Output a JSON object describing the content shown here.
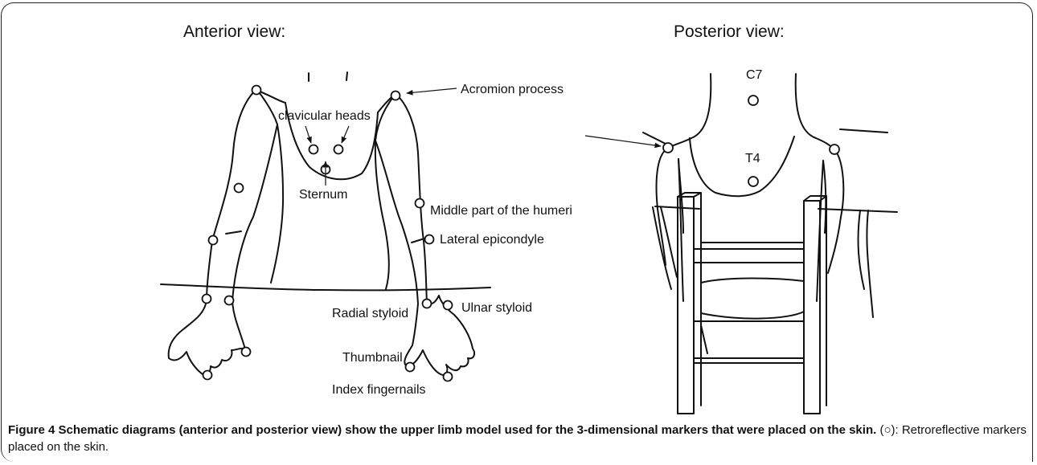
{
  "anterior": {
    "title": "Anterior view:",
    "labels": {
      "clavicular_heads": "clavicular heads",
      "acromion": "Acromion process",
      "sternum": "Sternum",
      "humeri": "Middle part of the humeri",
      "epicondyle": "Lateral epicondyle",
      "radial": "Radial styloid",
      "ulnar": "Ulnar styloid",
      "thumbnail": "Thumbnail",
      "index": "Index fingernails"
    }
  },
  "posterior": {
    "title": "Posterior view:",
    "labels": {
      "c7": "C7",
      "t4": "T4"
    }
  },
  "caption": {
    "figure": "Figure 4",
    "bold_text": "Schematic diagrams (anterior and posterior view) show the upper limb model used for the 3-dimensional markers that were placed on the skin.",
    "symbol": "(○):",
    "text": "Retroreflective markers placed on the skin."
  }
}
